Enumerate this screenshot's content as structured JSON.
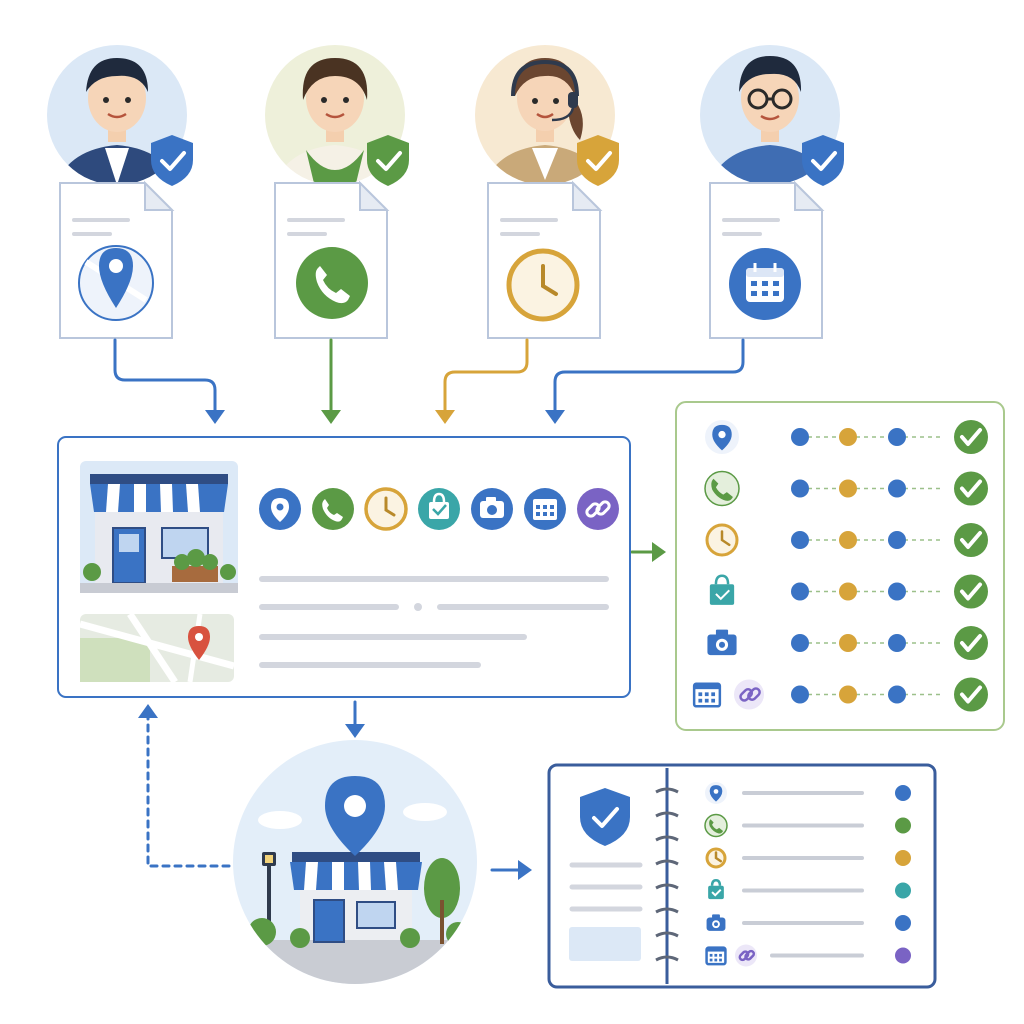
{
  "colors": {
    "blue": "#3a73c4",
    "green": "#5b9a45",
    "gold": "#d7a43a",
    "teal": "#3aa6a8",
    "purple": "#7a63c4",
    "panel_border": "#3a73c4",
    "check_panel_border": "#a9c98d",
    "placeholder_line": "#d3d6de",
    "background": "#ffffff"
  },
  "contributors": [
    {
      "role": "business-owner",
      "icon": "location-pin-icon",
      "accent": "#3a73c4",
      "verified": true
    },
    {
      "role": "staff-member",
      "icon": "phone-icon",
      "accent": "#5b9a45",
      "verified": true
    },
    {
      "role": "support-agent",
      "icon": "clock-icon",
      "accent": "#d7a43a",
      "verified": true
    },
    {
      "role": "manager",
      "icon": "calendar-icon",
      "accent": "#3a73c4",
      "verified": true
    }
  ],
  "business_profile": {
    "attribute_icons": [
      "location-pin-icon",
      "phone-icon",
      "clock-icon",
      "shopping-bag-icon",
      "camera-icon",
      "calendar-icon",
      "link-icon"
    ]
  },
  "verification_panel": {
    "rows": [
      {
        "icons": [
          "location-pin-icon"
        ],
        "status": "verified"
      },
      {
        "icons": [
          "phone-icon"
        ],
        "status": "verified"
      },
      {
        "icons": [
          "clock-icon"
        ],
        "status": "verified"
      },
      {
        "icons": [
          "shopping-bag-icon"
        ],
        "status": "verified"
      },
      {
        "icons": [
          "camera-icon"
        ],
        "status": "verified"
      },
      {
        "icons": [
          "calendar-icon",
          "link-icon"
        ],
        "status": "verified"
      }
    ]
  },
  "listing_book": {
    "rows": [
      {
        "icons": [
          "location-pin-icon"
        ],
        "dot": "#3a73c4"
      },
      {
        "icons": [
          "phone-icon"
        ],
        "dot": "#5b9a45"
      },
      {
        "icons": [
          "clock-icon"
        ],
        "dot": "#d7a43a"
      },
      {
        "icons": [
          "shopping-bag-icon"
        ],
        "dot": "#3aa6a8"
      },
      {
        "icons": [
          "camera-icon"
        ],
        "dot": "#3a73c4"
      },
      {
        "icons": [
          "calendar-icon",
          "link-icon"
        ],
        "dot": "#7a63c4"
      }
    ]
  }
}
